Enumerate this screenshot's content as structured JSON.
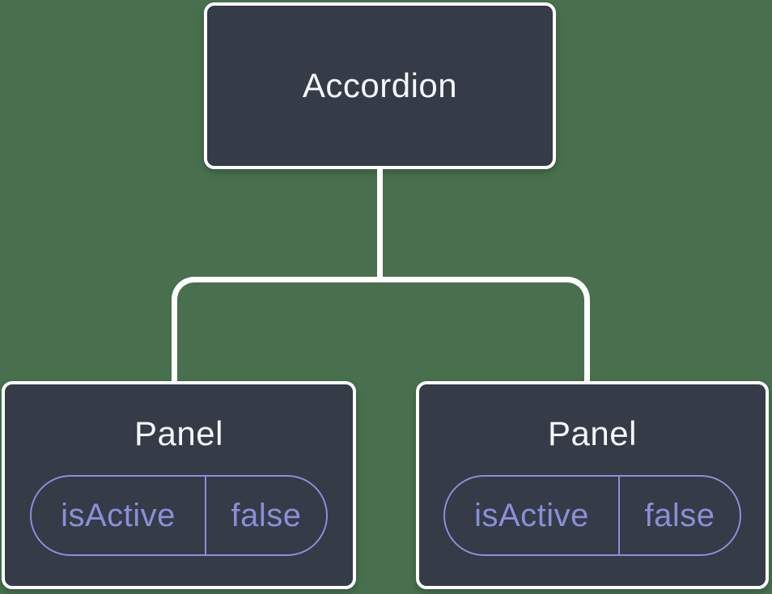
{
  "theme": {
    "bg": "#48704E",
    "node-fill": "#353B47",
    "node-border": "#FFFFFF",
    "node-text": "#F6F7F9",
    "accent": "#8A8FD9"
  },
  "tree": {
    "root": {
      "label": "Accordion"
    },
    "children": [
      {
        "label": "Panel",
        "state": {
          "key": "isActive",
          "value": "false"
        }
      },
      {
        "label": "Panel",
        "state": {
          "key": "isActive",
          "value": "false"
        }
      }
    ]
  }
}
